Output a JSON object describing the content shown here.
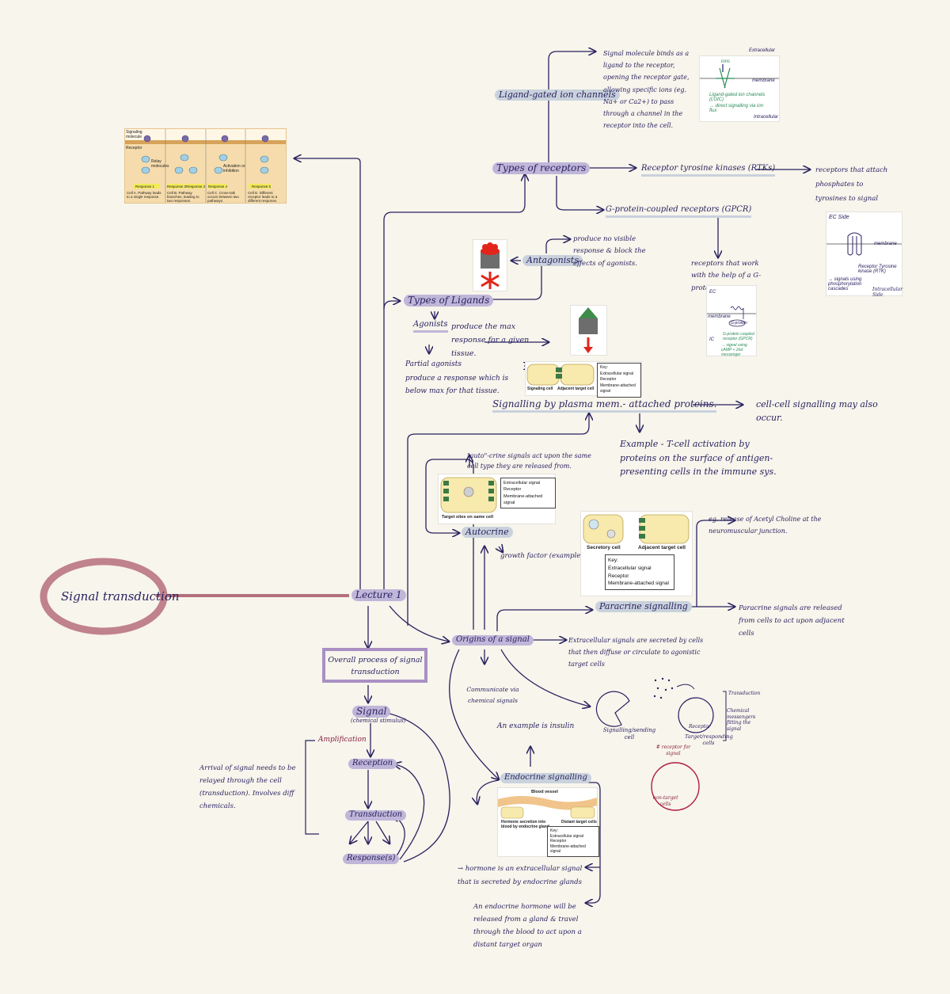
{
  "central": {
    "title": "Signal transduction",
    "lecture": "Lecture 1"
  },
  "overview": {
    "box": "Overall process of signal transduction",
    "signal": "Signal",
    "signal_note": "(chemical stimulus)",
    "reception": "Reception",
    "transduction": "Transduction",
    "responses": "Response(s)",
    "amplification": "Amplification",
    "relay_note": "Arrival of signal needs to be relayed through the cell (transduction). Involves diff chemicals."
  },
  "pathways_figure": {
    "header_molecule": "Signaling molecule",
    "header_receptor": "Receptor",
    "relay": "Relay molecules",
    "activation": "Activation or inhibition",
    "responses": [
      "Response 1",
      "Response 2",
      "Response 3",
      "Response 4",
      "Response 5"
    ],
    "captions": [
      "Cell A. Pathway leads to a single response.",
      "Cell B. Pathway branches, leading to two responses.",
      "Cell C. Cross-talk occurs between two pathways.",
      "Cell D. Different receptor leads to a different response."
    ]
  },
  "receptors": {
    "title": "Types of receptors",
    "ligand_gated": "Ligand-gated ion channels",
    "ligand_gated_note": "Signal molecule binds as a ligand to the receptor, opening the receptor gate, allowing specific ions (eg. Na+ or Ca2+) to pass through a channel in the receptor into the cell.",
    "lgic_sketch": {
      "extracellular": "Extracellular",
      "intracellular": "Intracellular",
      "membrane": "membrane",
      "ions": "ions",
      "label": "Ligand-gated ion channels (LGIC)",
      "effect": "→ direct signalling via ion flux"
    },
    "rtk": "Receptor tyrosine kinases (RTKs)",
    "rtk_note": "receptors that attach phosphates to tyrosines to signal",
    "rtk_sketch": {
      "extracellular": "EC Side",
      "membrane": "membrane",
      "label": "Receptor Tyrosine kinase (RTK)",
      "effect": "→ signals using phosphorylation cascades",
      "intracellular": "Intracellular Side"
    },
    "gpcr": "G-protein-coupled receptors (GPCR)",
    "gpcr_note": "receptors that work with the help of a G-protein",
    "gpcr_sketch": {
      "ec": "EC",
      "membrane": "membrane",
      "g_protein": "G-protein",
      "ic": "IC",
      "label": "G-protein coupled receptor (GPCR)",
      "effect": "→ signal using cAMP + 2nd messenger"
    }
  },
  "ligands": {
    "title": "Types of Ligands",
    "antagonists": "Antagonists",
    "antagonists_note": "produce no visible response & block the effects of agonists.",
    "agonists": "Agonists",
    "agonists_note": "produce the max response for a given tissue.",
    "partial": "Partial agonists",
    "partial_note": "produce a response which is below max for that tissue."
  },
  "membrane_signalling": {
    "title": "Signalling by plasma mem.- attached proteins.",
    "cell_cell": "cell-cell signalling may also occur.",
    "example": "Example - T-cell activation by proteins on the surface of antigen-presenting cells in the immune sys.",
    "signaling_cell": "Signaling cell",
    "adjacent_cell": "Adjacent target cell"
  },
  "key": {
    "title": "Key:",
    "extracellular": "Extracellular signal",
    "receptor": "Receptor",
    "membrane_attached": "Membrane-attached signal"
  },
  "autocrine": {
    "title": "Autocrine",
    "note": "\"auto\"-crine signals act upon the same cell type they are released from.",
    "target_sites": "Target sites on same cell",
    "growth_factor": "growth factor (example)"
  },
  "paracrine": {
    "title": "Paracrine signalling",
    "secretory_cell": "Secretory cell",
    "adjacent_cell": "Adjacent target cell",
    "example": "eg. release of Acetyl Choline at the neuromuscular junction.",
    "note": "Paracrine signals are released from cells to act upon adjacent cells"
  },
  "origins": {
    "title": "Origins of a signal",
    "extracellular_note": "Extracellular signals are secreted by cells that then diffuse or circulate to agonistic target cells",
    "communicate": "Communicate via chemical signals",
    "insulin": "An example is insulin",
    "sketch": {
      "sending": "Signalling/sending cell",
      "target": "Target/responding cells",
      "transduction": "Transduction",
      "messengers": "Chemical messengers fitting the signal",
      "receptor": "Receptor",
      "no_receptor": "# receptor for signal",
      "non_target": "non-target cells"
    }
  },
  "endocrine": {
    "title": "Endocrine signalling",
    "blood_vessel": "Blood vessel",
    "hormone_secretion": "Hormone secretion into blood by endocrine gland",
    "distant_cell": "Distant target cells",
    "hormone_note": "→ hormone is an extracellular signal that is secreted by endocrine glands",
    "travel_note": "An endocrine hormone will be released from a gland & travel through the blood to act upon a distant target organ"
  }
}
